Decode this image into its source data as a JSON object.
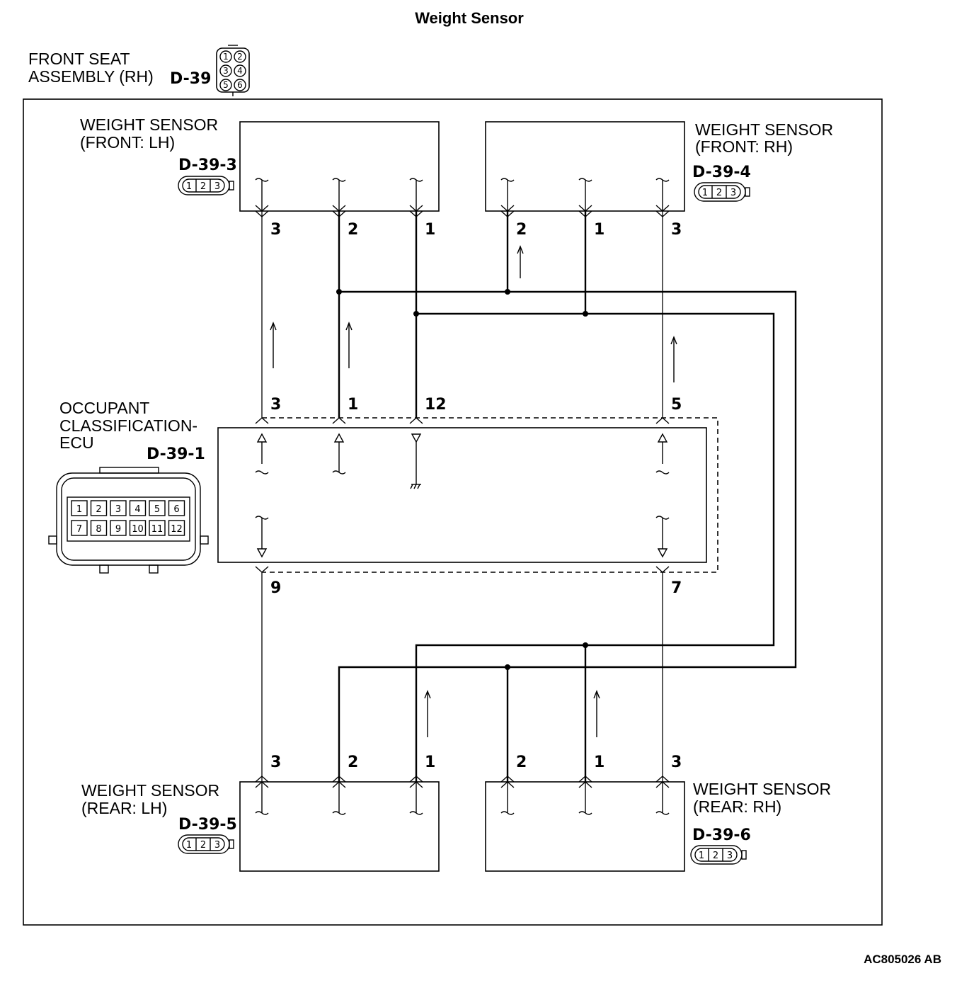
{
  "title": "Weight Sensor",
  "reference": "AC805026 AB",
  "assembly": {
    "label_line1": "FRONT SEAT",
    "label_line2": "ASSEMBLY (RH)",
    "connector": "D-39",
    "pins": [
      "1",
      "2",
      "3",
      "4",
      "5",
      "6"
    ]
  },
  "sensors": {
    "front_lh": {
      "label_line1": "WEIGHT SENSOR",
      "label_line2": "(FRONT: LH)",
      "connector": "D-39-3",
      "pin_labels": [
        "3",
        "2",
        "1"
      ]
    },
    "front_rh": {
      "label_line1": "WEIGHT SENSOR",
      "label_line2": "(FRONT: RH)",
      "connector": "D-39-4",
      "pin_labels": [
        "2",
        "1",
        "3"
      ]
    },
    "rear_lh": {
      "label_line1": "WEIGHT SENSOR",
      "label_line2": "(REAR: LH)",
      "connector": "D-39-5",
      "pin_labels": [
        "3",
        "2",
        "1"
      ]
    },
    "rear_rh": {
      "label_line1": "WEIGHT SENSOR",
      "label_line2": "(REAR: RH)",
      "connector": "D-39-6",
      "pin_labels": [
        "2",
        "1",
        "3"
      ]
    }
  },
  "small_connector_pins": [
    "1",
    "2",
    "3"
  ],
  "ecu": {
    "label_line1": "OCCUPANT",
    "label_line2": "CLASSIFICATION-",
    "label_line3": "ECU",
    "connector": "D-39-1",
    "top_pins": [
      "3",
      "1",
      "12",
      "5"
    ],
    "bottom_pins": [
      "9",
      "7"
    ],
    "connector_pins_row1": [
      "1",
      "2",
      "3",
      "4",
      "5",
      "6"
    ],
    "connector_pins_row2": [
      "7",
      "8",
      "9",
      "10",
      "11",
      "12"
    ]
  }
}
